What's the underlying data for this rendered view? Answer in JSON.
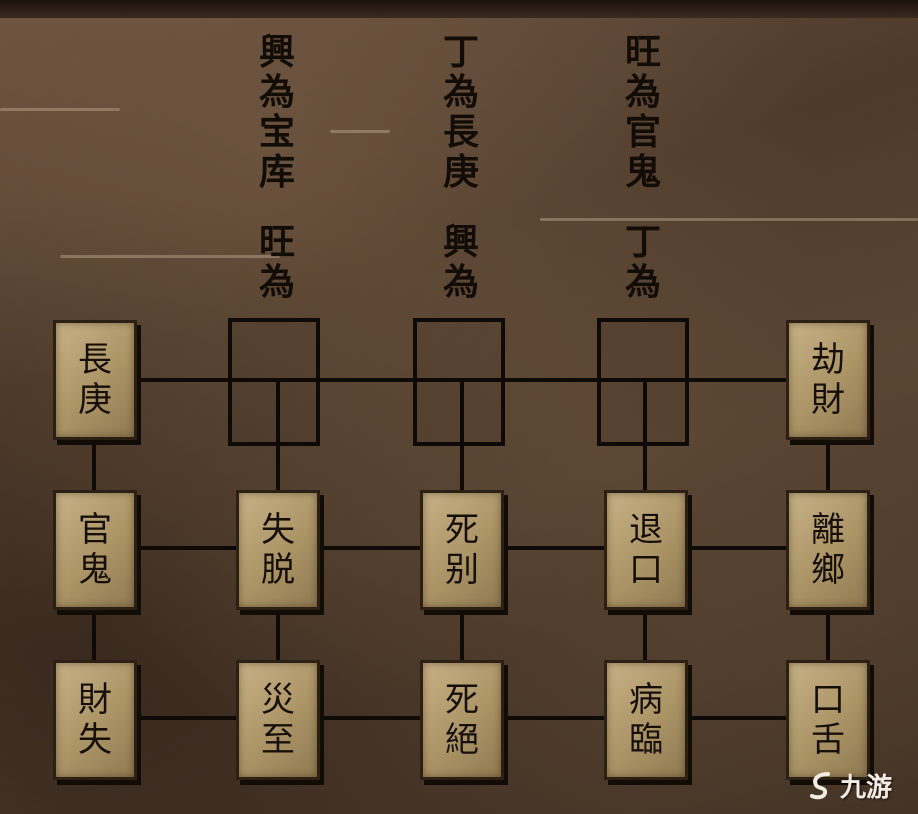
{
  "inscriptions": [
    {
      "id": "col1",
      "upper": "興為宝库",
      "lower": "旺為"
    },
    {
      "id": "col2",
      "upper": "丁為長庚",
      "lower": "興為"
    },
    {
      "id": "col3",
      "upper": "旺為官鬼",
      "lower": "丁為"
    }
  ],
  "tiles": {
    "r0c0": "長庚",
    "r0c4": "劫財",
    "r1c0": "官鬼",
    "r1c1": "失脱",
    "r1c2": "死别",
    "r1c3": "退口",
    "r1c4": "離鄉",
    "r2c0": "財失",
    "r2c1": "災至",
    "r2c2": "死絕",
    "r2c3": "病臨",
    "r2c4": "口舌"
  },
  "watermark": {
    "text": "九游",
    "icon": "jiuyou-logo-icon"
  },
  "colors": {
    "tile": "#b9a375",
    "line": "#0e0a07",
    "stone": "#5a4433"
  }
}
